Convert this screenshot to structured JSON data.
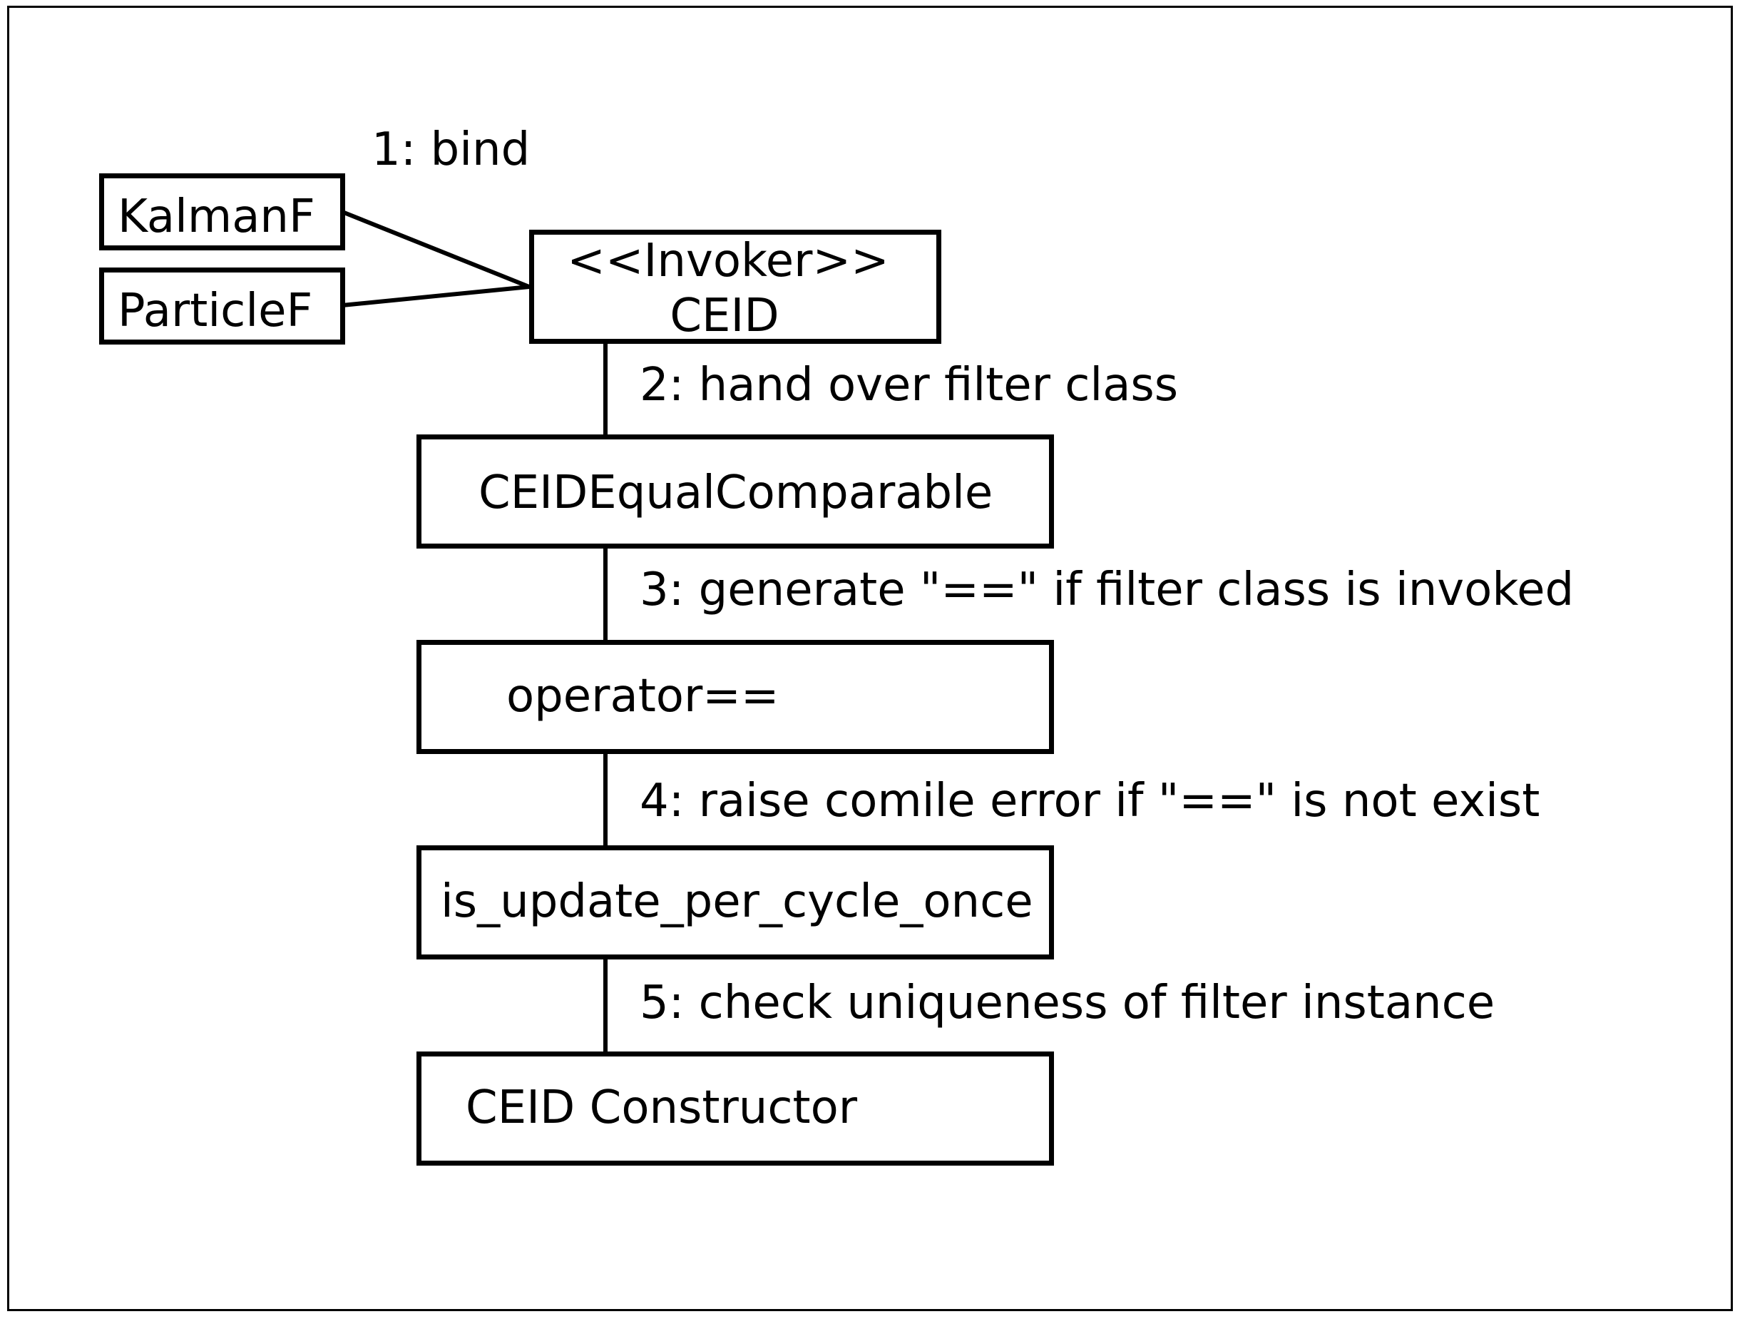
{
  "classes": {
    "kalman": "KalmanF",
    "particle": "ParticleF",
    "ceid_stereotype": "<<Invoker>>",
    "ceid_name": "CEID",
    "equal_comparable": "CEIDEqualComparable",
    "operator_eq": "operator==",
    "update_check": "is_update_per_cycle_once",
    "constructor": "CEID Constructor"
  },
  "messages": {
    "step1": "1: bind",
    "step2": "2: hand over filter class",
    "step3": "3: generate \"==\" if filter class is invoked",
    "step4": "4: raise comile error if \"==\" is not exist",
    "step5": "5: check uniqueness of filter instance"
  }
}
